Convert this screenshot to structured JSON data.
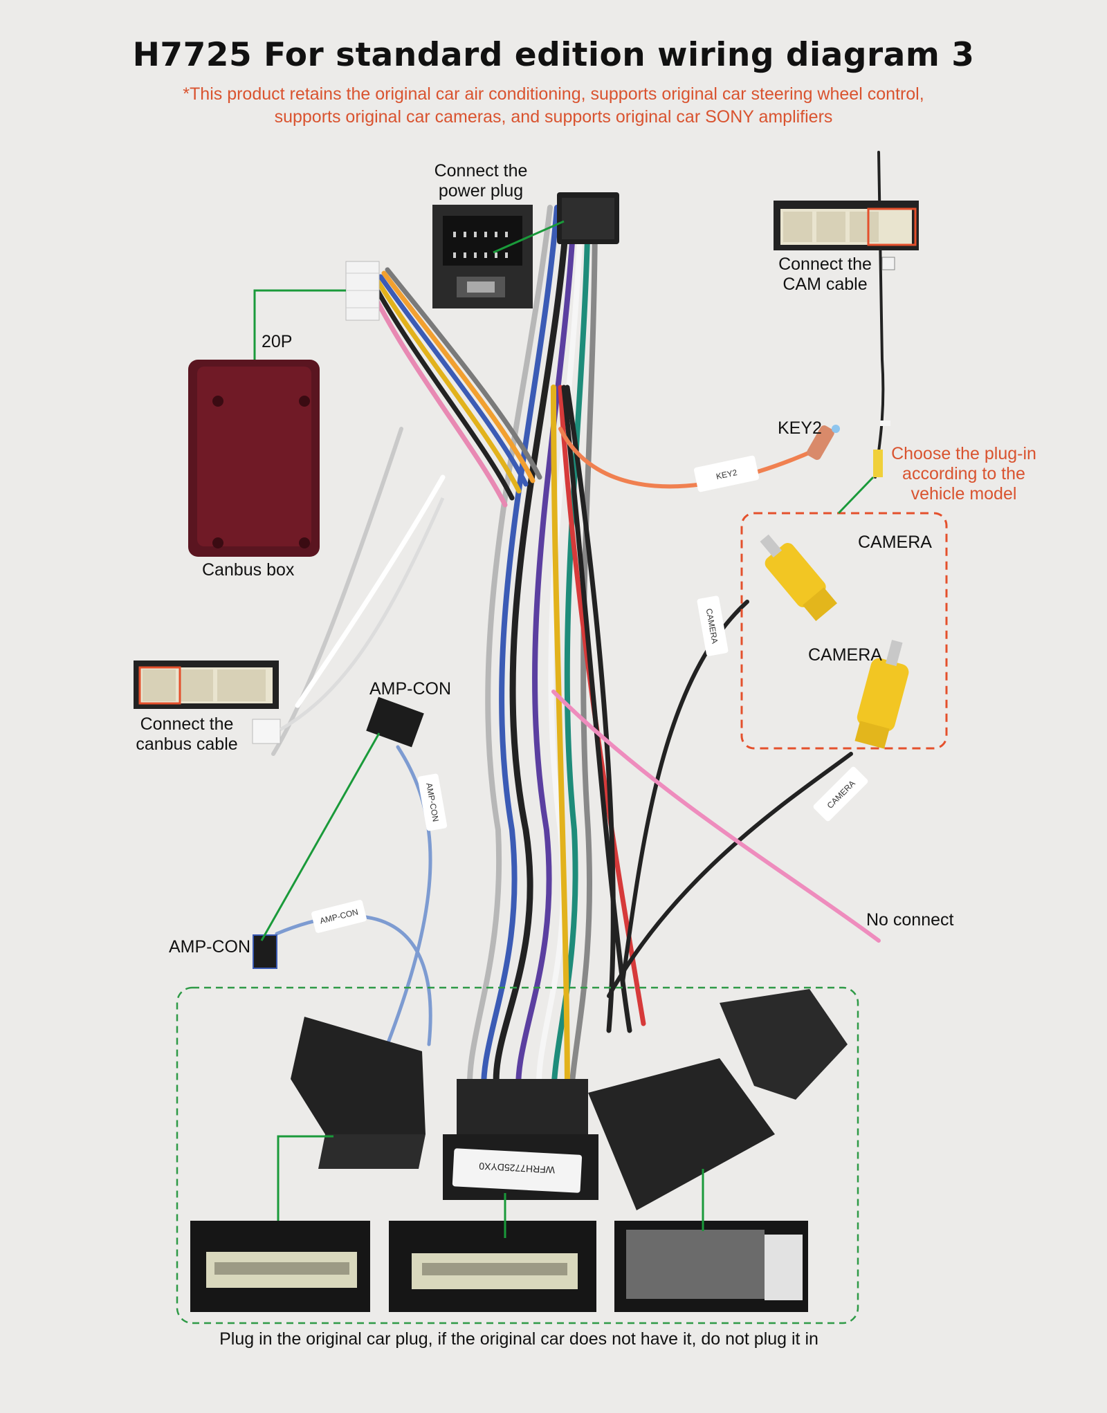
{
  "header": {
    "title": "H7725 For standard edition wiring diagram 3",
    "subtitle_line1": "*This product retains the original car air conditioning, supports original car steering wheel control,",
    "subtitle_line2": "supports original car cameras, and supports original car SONY amplifiers"
  },
  "labels": {
    "power_plug_line1": "Connect the",
    "power_plug_line2": "power plug",
    "cam_cable_line1": "Connect the",
    "cam_cable_line2": "CAM cable",
    "p20": "20P",
    "canbus_box": "Canbus box",
    "key2": "KEY2",
    "choose_line1": "Choose the plug-in",
    "choose_line2": "according to the",
    "choose_line3": "vehicle model",
    "camera_1": "CAMERA",
    "camera_2": "CAMERA",
    "canbus_cable_line1": "Connect the",
    "canbus_cable_line2": "canbus cable",
    "amp_con_top": "AMP-CON",
    "amp_con_bottom": "AMP-CON",
    "no_connect": "No connect",
    "bottom_note": "Plug in the original car plug, if the original car does not have it, do not plug it in"
  },
  "wire_tags": {
    "key2_tag": "KEY2",
    "camera_tag_1": "CAMERA",
    "camera_tag_2": "CAMERA",
    "amp_tag_1": "AMP-CON",
    "amp_tag_2": "AMP-CON",
    "connector_label": "WFRH7725DYX0"
  },
  "colors": {
    "accent_red": "#d9532f",
    "leader_green": "#1a9a3a",
    "dashed_red": "#e4502c",
    "dashed_green": "#2e9a46"
  }
}
